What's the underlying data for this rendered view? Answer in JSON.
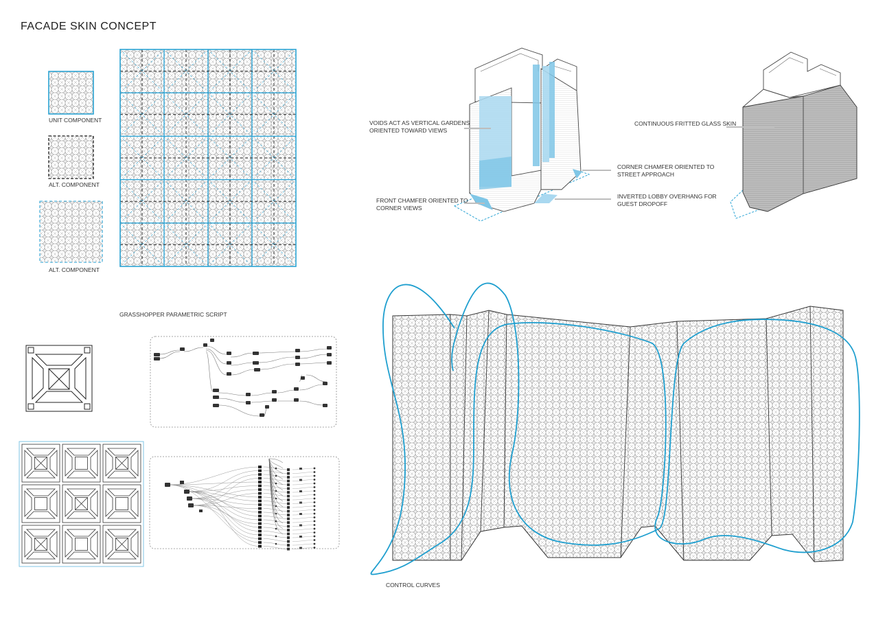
{
  "title": "FACADE SKIN CONCEPT",
  "components": {
    "unit": "UNIT COMPONENT",
    "alt1": "ALT. COMPONENT",
    "alt2": "ALT. COMPONENT"
  },
  "script_title": "GRASSHOPPER PARAMETRIC SCRIPT",
  "annotations": {
    "voids_1": "VOIDS ACT AS VERTICAL GARDENS",
    "voids_2": "ORIENTED TOWARD VIEWS",
    "front_1": "FRONT CHAMFER ORIENTED TO",
    "front_2": "CORNER VIEWS",
    "corner_1": "CORNER CHAMFER ORIENTED TO",
    "corner_2": "STREET APPROACH",
    "lobby_1": "INVERTED LOBBY OVERHANG FOR",
    "lobby_2": "GUEST DROPOFF",
    "skin": "CONTINUOUS FRITTED GLASS SKIN"
  },
  "control_curves": "CONTROL CURVES",
  "colors": {
    "accent": "#2aa3d4",
    "glass": "#a9d8f0",
    "line": "#555555",
    "shade": "#b9b9b9"
  }
}
